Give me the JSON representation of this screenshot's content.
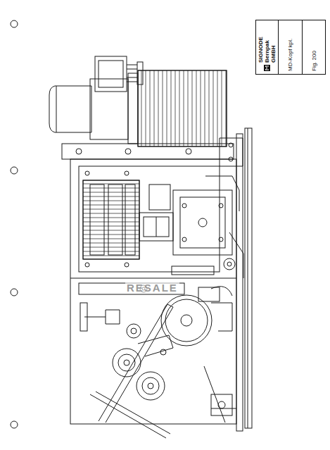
{
  "diagram": {
    "nodes": [
      {
        "text": [
          "SIGNODE Bernpak GMBH",
          "MD-Kopf kpl.",
          "Fig. 200"
        ]
      }
    ],
    "labels": [
      "RESALE"
    ]
  }
}
